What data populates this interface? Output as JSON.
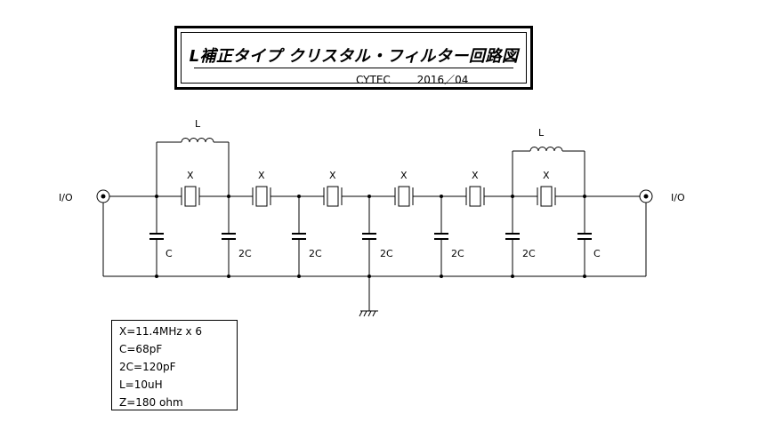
{
  "title": {
    "main": "L補正タイプ クリスタル・フィルター回路図",
    "author": "CYTEC",
    "date": "2016／04"
  },
  "ports": {
    "left": "I/O",
    "right": "I/O"
  },
  "inductors": [
    {
      "label": "L"
    },
    {
      "label": "L"
    }
  ],
  "crystals": [
    {
      "label": "X"
    },
    {
      "label": "X"
    },
    {
      "label": "X"
    },
    {
      "label": "X"
    },
    {
      "label": "X"
    },
    {
      "label": "X"
    }
  ],
  "capacitors": [
    {
      "label": "C"
    },
    {
      "label": "2C"
    },
    {
      "label": "2C"
    },
    {
      "label": "2C"
    },
    {
      "label": "2C"
    },
    {
      "label": "2C"
    },
    {
      "label": "C"
    }
  ],
  "specs": [
    "X=11.4MHz x 6",
    "C=68pF",
    "2C=120pF",
    "L=10uH",
    "Z=180 ohm"
  ]
}
